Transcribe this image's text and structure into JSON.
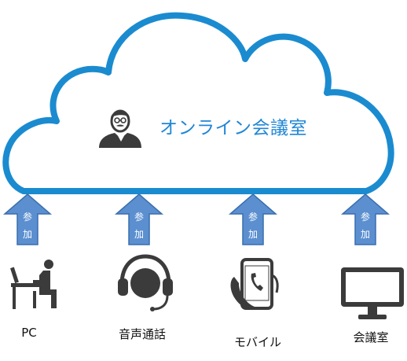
{
  "cloud": {
    "title": "オンライン会議室",
    "host_icon": "meeting-host-icon"
  },
  "arrow": {
    "label_line1": "参",
    "label_line2": "加"
  },
  "clients": [
    {
      "label": "PC",
      "icon": "desk-user-icon"
    },
    {
      "label": "音声通話",
      "icon": "headset-icon"
    },
    {
      "label": "モバイル",
      "icon": "smartphone-call-icon"
    },
    {
      "label": "会議室",
      "icon": "monitor-icon"
    }
  ],
  "colors": {
    "cloud_stroke": "#1b8bd0",
    "title_text": "#1f86d6",
    "arrow_fill": "#5b8fd0",
    "arrow_stroke": "#3a6fae",
    "icon_dark": "#3b3b3b"
  }
}
